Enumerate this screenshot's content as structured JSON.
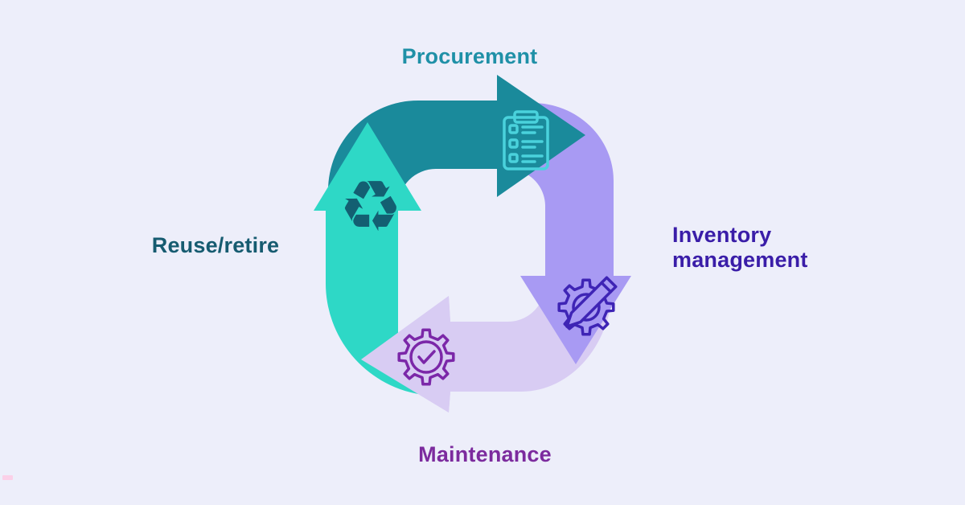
{
  "background_color": "#edeefa",
  "diagram": {
    "type": "cycle",
    "direction": "clockwise",
    "steps": [
      {
        "label": "Procurement",
        "position": "top",
        "label_color": "#1f90a7",
        "arrow_color": "#1a8a9b",
        "icon": "clipboard-checklist-icon",
        "icon_color": "#4ad2dc"
      },
      {
        "label": "Inventory management",
        "position": "right",
        "label_color": "#3a1da8",
        "arrow_color": "#a89af3",
        "icon": "gear-pencil-icon",
        "icon_color": "#3e24b5"
      },
      {
        "label": "Maintenance",
        "position": "bottom",
        "label_color": "#7c2b9e",
        "arrow_color": "#d8ccf3",
        "icon": "gear-check-icon",
        "icon_color": "#7b27a8"
      },
      {
        "label": "Reuse/retire",
        "position": "left",
        "label_color": "#165b70",
        "arrow_color": "#2ed8c6",
        "icon": "recycle-icon",
        "icon_color": "#135f72",
        "icon_glyph": "♻"
      }
    ]
  },
  "decorations": {
    "pink_mark_color": "#fbd0e8"
  }
}
